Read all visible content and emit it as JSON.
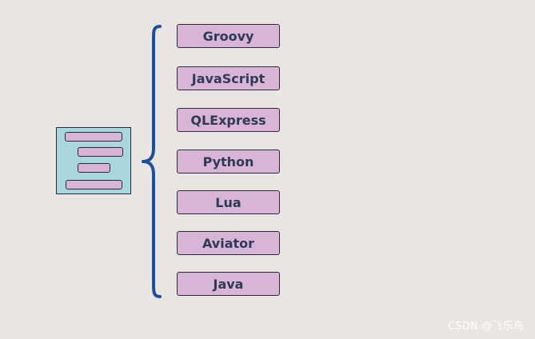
{
  "languages": [
    "Groovy",
    "JavaScript",
    "QLExpress",
    "Python",
    "Lua",
    "Aviator",
    "Java"
  ],
  "watermark": "CSDN @飞乐鸟",
  "colors": {
    "background": "#e9e5e2",
    "code_icon_fill": "#a8d8de",
    "box_fill": "#d8b4d6",
    "brace": "#1f4e9a",
    "text": "#2f3a55"
  }
}
